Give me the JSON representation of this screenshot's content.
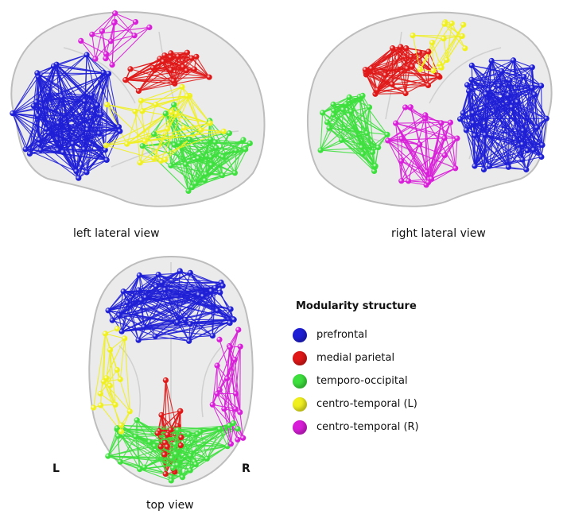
{
  "panels": {
    "left": {
      "caption": "left lateral view"
    },
    "right": {
      "caption": "right lateral view"
    },
    "top": {
      "caption": "top view",
      "left_letter": "L",
      "right_letter": "R"
    }
  },
  "legend": {
    "title": "Modularity structure",
    "items": [
      {
        "label": "prefrontal",
        "color": "#1f1fd6"
      },
      {
        "label": "medial parietal",
        "color": "#e01818"
      },
      {
        "label": "temporo-occipital",
        "color": "#3ee03e"
      },
      {
        "label": "centro-temporal (L)",
        "color": "#f0f020"
      },
      {
        "label": "centro-temporal (R)",
        "color": "#d81ed8"
      }
    ]
  },
  "colors": {
    "brain_fill": "#e4e4e4",
    "brain_stroke": "#bdbdbd"
  }
}
